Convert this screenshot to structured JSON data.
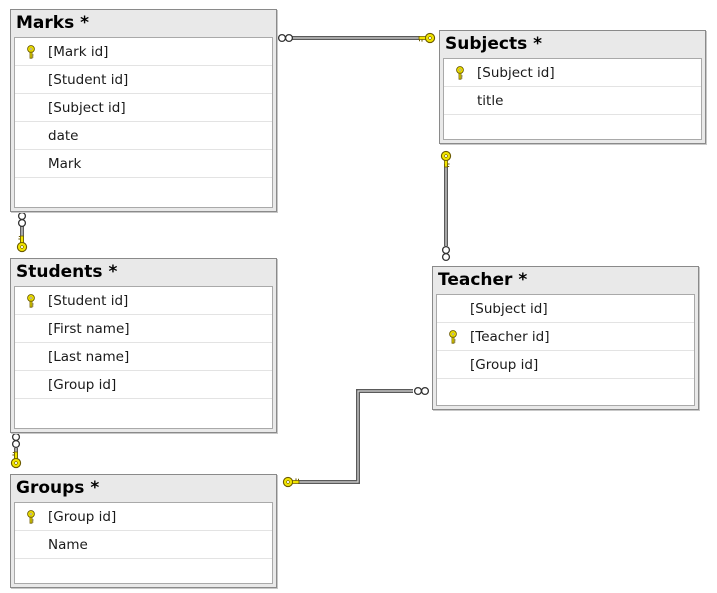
{
  "diagram": {
    "tables": {
      "marks": {
        "name": "Marks *",
        "columns": [
          {
            "label": "[Mark id]",
            "primary_key": true
          },
          {
            "label": "[Student id]",
            "primary_key": false
          },
          {
            "label": "[Subject id]",
            "primary_key": false
          },
          {
            "label": "date",
            "primary_key": false
          },
          {
            "label": "Mark",
            "primary_key": false
          }
        ]
      },
      "subjects": {
        "name": "Subjects *",
        "columns": [
          {
            "label": "[Subject id]",
            "primary_key": true
          },
          {
            "label": "title",
            "primary_key": false
          }
        ]
      },
      "students": {
        "name": "Students *",
        "columns": [
          {
            "label": "[Student id]",
            "primary_key": true
          },
          {
            "label": "[First name]",
            "primary_key": false
          },
          {
            "label": "[Last name]",
            "primary_key": false
          },
          {
            "label": "[Group id]",
            "primary_key": false
          }
        ]
      },
      "teacher": {
        "name": "Teacher *",
        "columns": [
          {
            "label": "[Subject id]",
            "primary_key": false
          },
          {
            "label": "[Teacher id]",
            "primary_key": true
          },
          {
            "label": "[Group id]",
            "primary_key": false
          }
        ]
      },
      "groups": {
        "name": "Groups *",
        "columns": [
          {
            "label": "[Group id]",
            "primary_key": true
          },
          {
            "label": "Name",
            "primary_key": false
          }
        ]
      }
    },
    "relationships": [
      {
        "from": "marks",
        "to": "subjects",
        "from_end": "many",
        "to_end": "one"
      },
      {
        "from": "marks",
        "to": "students",
        "from_end": "many",
        "to_end": "one"
      },
      {
        "from": "students",
        "to": "groups",
        "from_end": "many",
        "to_end": "one"
      },
      {
        "from": "teacher",
        "to": "subjects",
        "from_end": "many",
        "to_end": "one"
      },
      {
        "from": "teacher",
        "to": "groups",
        "from_end": "many",
        "to_end": "one"
      }
    ],
    "colors": {
      "key_icon": "#f2e500",
      "key_outline": "#6b5a00",
      "connector": "#5a5a5a",
      "table_header": "#e9e9e9",
      "table_border": "#8a8a8a"
    }
  }
}
